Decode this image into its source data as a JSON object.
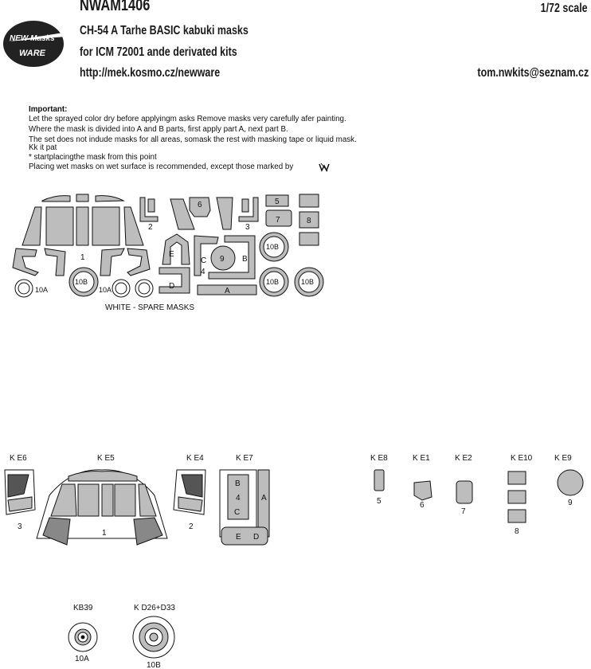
{
  "header": {
    "code": "NWAM1406",
    "scale": "1/72 scale",
    "title": "CH-54 A Tarhe BASIC kabuki masks",
    "subtitle": "for ICM 72001 ande derivated kits",
    "url": "http://mek.kosmo.cz/newware",
    "email": "tom.nwkits@seznam.cz",
    "logo_text_1": "NEW Masks",
    "logo_text_2": "WARE"
  },
  "notes": {
    "heading": "Important:",
    "line1": "Let the sprayed color dry before applyingm asks Remove masks very carefully afer painting.",
    "line2": "Where the mask is divided into A and B parts, first apply part A, next part B.",
    "line3": "The set does not indude masks for all areas, somask the rest with masking tape or liquid mask.",
    "line4": "Kk it pat",
    "line5": "*  startplacingthe mask from this point",
    "line6": "Placing wet masks on wet surface is recommended, except those marked by"
  },
  "sheet": {
    "spare_caption": "WHITE - SPARE MASKS",
    "labels": {
      "n1": "1",
      "n2": "2",
      "n3": "3",
      "n4": "4",
      "n5": "5",
      "n6": "6",
      "n7": "7",
      "n8": "8",
      "n9": "9",
      "a": "A",
      "b": "B",
      "c": "C",
      "d": "D",
      "e": "E",
      "r10a": "10A",
      "r10b": "10B"
    }
  },
  "diagrams": {
    "ke6": "K E6",
    "ke5": "K E5",
    "ke4": "K E4",
    "ke7": "K E7",
    "ke8": "K E8",
    "ke1": "K E1",
    "ke2": "K E2",
    "ke10": "K E10",
    "ke9": "K E9",
    "kb39": "KB39",
    "kd": "K D26+D33",
    "n1": "1",
    "n2": "2",
    "n3": "3",
    "n5": "5",
    "n6": "6",
    "n7": "7",
    "n8": "8",
    "n9": "9",
    "n10a": "10A",
    "n10b": "10B",
    "b": "B",
    "c": "C",
    "d": "D",
    "e": "E",
    "a": "A",
    "four": "4"
  }
}
